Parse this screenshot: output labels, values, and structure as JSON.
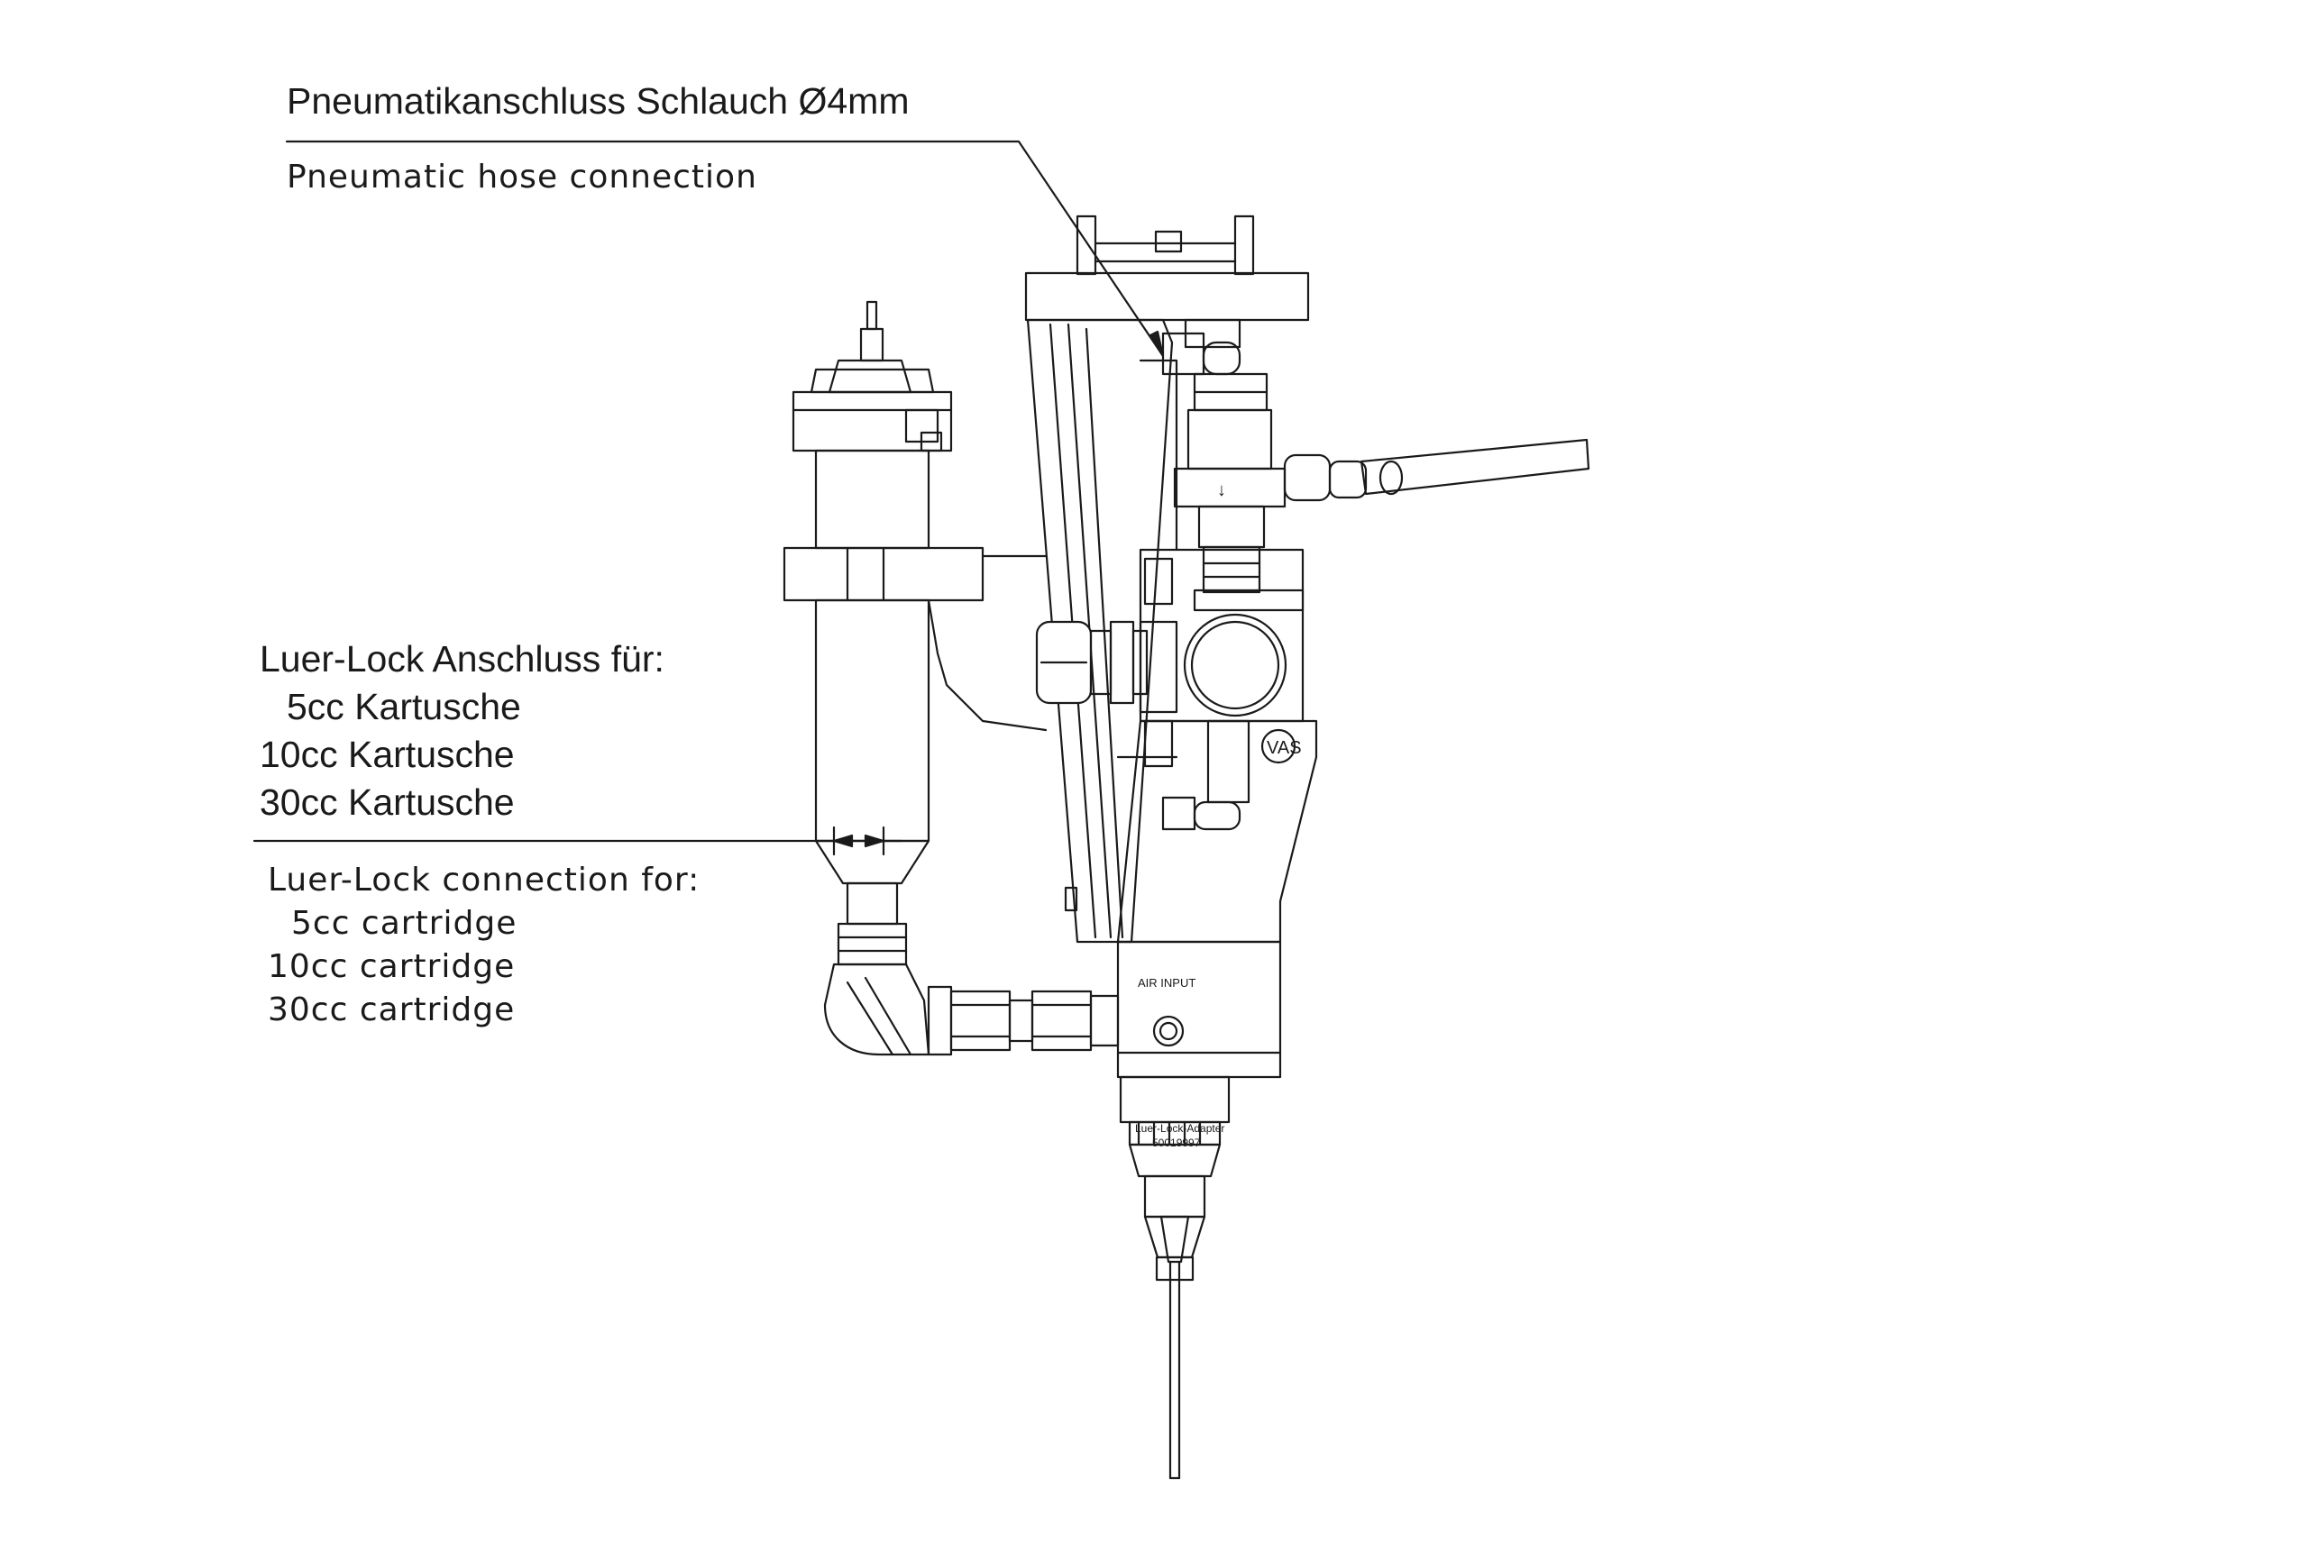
{
  "labels": {
    "pneumatic_de": "Pneumatikanschluss Schlauch Ø4mm",
    "pneumatic_en": "Pneumatic hose connection",
    "luer_de": [
      "Luer-Lock Anschluss für:",
      "5cc Kartusche",
      "10cc Kartusche",
      "30cc Kartusche"
    ],
    "luer_en": [
      "Luer-Lock connection for:",
      "5cc cartridge",
      "10cc cartridge",
      "30cc cartridge"
    ]
  },
  "drawing_text": {
    "air_input": "AIR INPUT",
    "adapter_name": "Luer-Lock-Adapter",
    "adapter_number": "50019997"
  },
  "colors": {
    "line": "#1a1a1a",
    "fill": "#ffffff"
  }
}
